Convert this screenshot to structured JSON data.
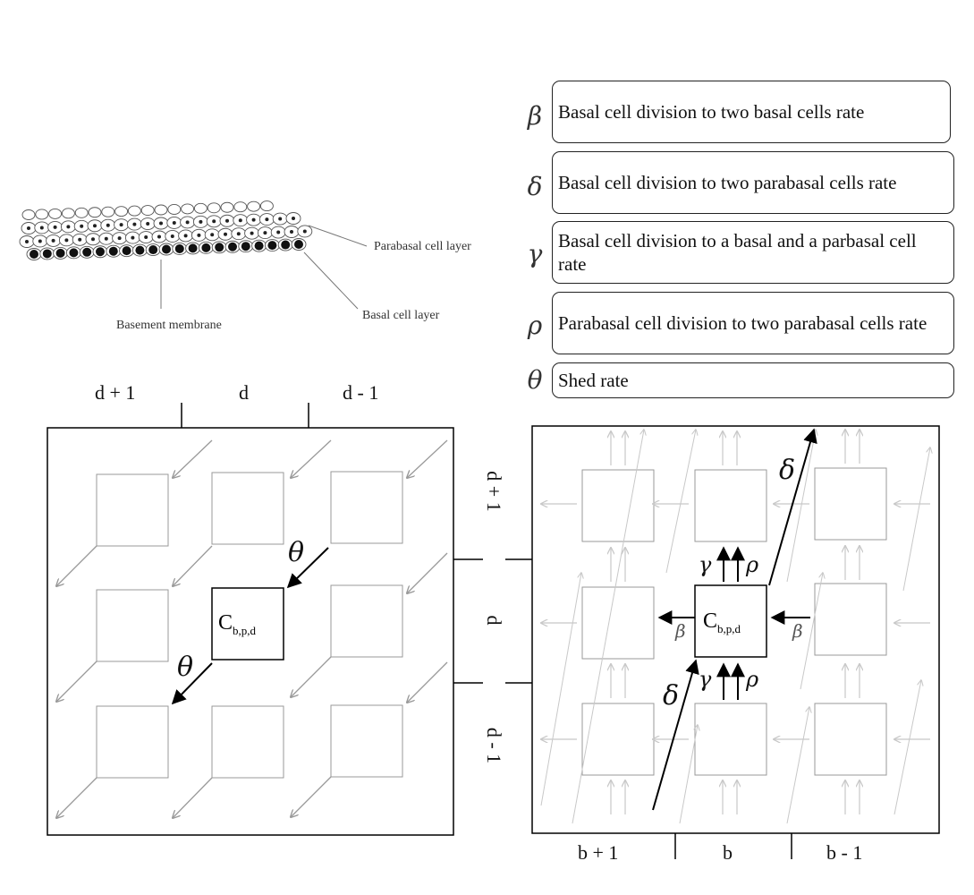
{
  "legend": [
    {
      "symbol": "β",
      "text": "Basal cell division to two basal cells rate"
    },
    {
      "symbol": "δ",
      "text": "Basal cell division to two parabasal cells rate"
    },
    {
      "symbol": "γ",
      "text": "Basal cell division to a basal and a parbasal cell rate"
    },
    {
      "symbol": "ρ",
      "text": "Parabasal cell division to two parabasal cells rate"
    },
    {
      "symbol": "θ",
      "text": "Shed rate"
    }
  ],
  "illustration": {
    "parabasal_label": "Parabasal cell layer",
    "basal_label": "Basal cell layer",
    "membrane_label": "Basement membrane"
  },
  "left_grid": {
    "col_labels": [
      "d + 1",
      "d",
      "d - 1"
    ],
    "cell_main": "C",
    "cell_sub": "b,p,d",
    "theta_top": "θ",
    "theta_bottom": "θ"
  },
  "right_grid": {
    "row_labels": [
      "d + 1",
      "d",
      "d - 1"
    ],
    "col_labels": [
      "b + 1",
      "b",
      "b - 1"
    ],
    "cell_main": "C",
    "cell_sub": "b,p,d",
    "delta_top": "δ",
    "delta_bottom": "δ",
    "gamma_top": "γ",
    "rho_top": "ρ",
    "gamma_bottom": "γ",
    "rho_bottom": "ρ",
    "beta_left": "β",
    "beta_right": "β"
  }
}
